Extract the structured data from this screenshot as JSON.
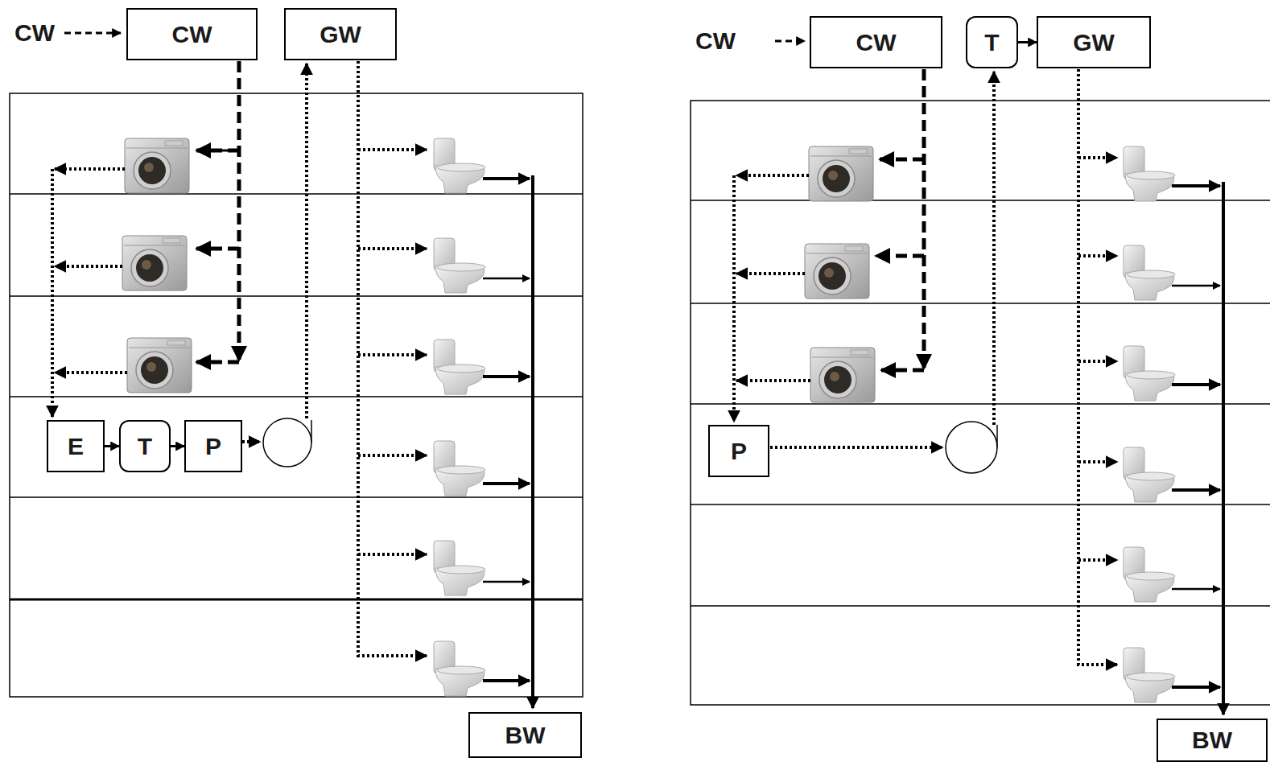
{
  "diagram": {
    "nodes": [
      {
        "text": [
          "CW"
        ]
      },
      {
        "text": [
          "GW"
        ]
      },
      {
        "text": [
          "E"
        ]
      },
      {
        "text": [
          "T"
        ]
      },
      {
        "text": [
          "P"
        ]
      },
      {
        "text": [
          "BW"
        ]
      },
      {
        "text": [
          "CW"
        ]
      },
      {
        "text": [
          "T"
        ]
      },
      {
        "text": [
          "GW"
        ]
      },
      {
        "text": [
          "P"
        ]
      },
      {
        "text": [
          "BW"
        ]
      }
    ],
    "edges": [
      {
        "from": 2,
        "to": 3,
        "arrow": "to"
      },
      {
        "from": 3,
        "to": 4,
        "arrow": "to"
      },
      {
        "from": 7,
        "to": 8,
        "arrow": "to"
      }
    ],
    "labels": [
      "CW",
      "CW"
    ]
  }
}
